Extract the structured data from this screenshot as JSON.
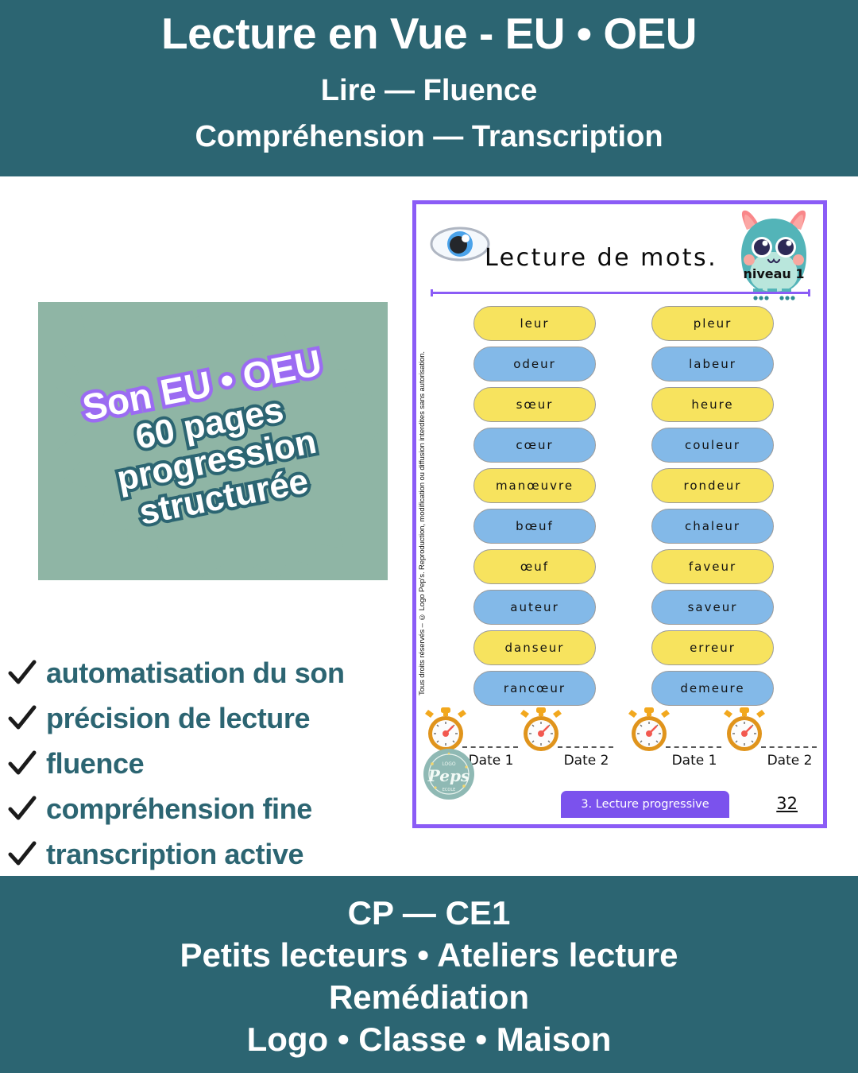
{
  "header": {
    "title": "Lecture en Vue - EU • OEU",
    "subtitle_1": "Lire — Fluence",
    "subtitle_2": "Compréhension — Transcription",
    "background_color": "#2C6572",
    "text_color": "#FFFFFF"
  },
  "badge": {
    "shape": "starburst-blob",
    "background_color": "#8FB5A5",
    "outline_purple": "#9B6BF2",
    "outline_teal": "#2C6572",
    "lines": [
      {
        "text": "Son EU • OEU",
        "style": "purple"
      },
      {
        "text": "60 pages",
        "style": "teal"
      },
      {
        "text": "progression",
        "style": "teal"
      },
      {
        "text": "structurée",
        "style": "teal"
      }
    ]
  },
  "checklist": {
    "icon": "check-icon",
    "text_color": "#2C6572",
    "items": [
      "automatisation du son",
      "précision de lecture",
      "fluence",
      "compréhension fine",
      "transcription active"
    ]
  },
  "worksheet": {
    "border_color": "#8B5CF6",
    "title": "Lecture de mots.",
    "eye_icon": "eye-icon",
    "monster_icon": "monster-icon",
    "level_badge": "niveau 1",
    "copyright": "Tous droits réservés – © Logo Pep's. Reproduction, modification ou diffusion interdites sans autorisation.",
    "pill_colors": {
      "yellow": "#F7E35E",
      "blue": "#83B9E8"
    },
    "columns": [
      {
        "words": [
          {
            "text": "leur",
            "color": "yellow"
          },
          {
            "text": "odeur",
            "color": "blue"
          },
          {
            "text": "sœur",
            "color": "yellow"
          },
          {
            "text": "cœur",
            "color": "blue"
          },
          {
            "text": "manœuvre",
            "color": "yellow"
          },
          {
            "text": "bœuf",
            "color": "blue"
          },
          {
            "text": "œuf",
            "color": "yellow"
          },
          {
            "text": "auteur",
            "color": "blue"
          },
          {
            "text": "danseur",
            "color": "yellow"
          },
          {
            "text": "rancœur",
            "color": "blue"
          }
        ]
      },
      {
        "words": [
          {
            "text": "pleur",
            "color": "yellow"
          },
          {
            "text": "labeur",
            "color": "blue"
          },
          {
            "text": "heure",
            "color": "yellow"
          },
          {
            "text": "couleur",
            "color": "blue"
          },
          {
            "text": "rondeur",
            "color": "yellow"
          },
          {
            "text": "chaleur",
            "color": "blue"
          },
          {
            "text": "faveur",
            "color": "yellow"
          },
          {
            "text": "saveur",
            "color": "blue"
          },
          {
            "text": "erreur",
            "color": "yellow"
          },
          {
            "text": "demeure",
            "color": "blue"
          }
        ]
      }
    ],
    "timers": [
      {
        "icon": "stopwatch-icon",
        "label": "Date 1"
      },
      {
        "icon": "stopwatch-icon",
        "label": "Date 2"
      },
      {
        "icon": "stopwatch-icon",
        "label": "Date 1"
      },
      {
        "icon": "stopwatch-icon",
        "label": "Date 2"
      }
    ],
    "logo": "peps-logo",
    "section_tab": "3. Lecture progressive",
    "section_tab_color": "#7B52ED",
    "page_number": "32"
  },
  "footer": {
    "line_1": "CP — CE1",
    "line_2": "Petits lecteurs • Ateliers lecture",
    "line_3": "Remédiation",
    "line_4": "Logo • Classe • Maison",
    "background_color": "#2C6572",
    "text_color": "#FFFFFF"
  }
}
